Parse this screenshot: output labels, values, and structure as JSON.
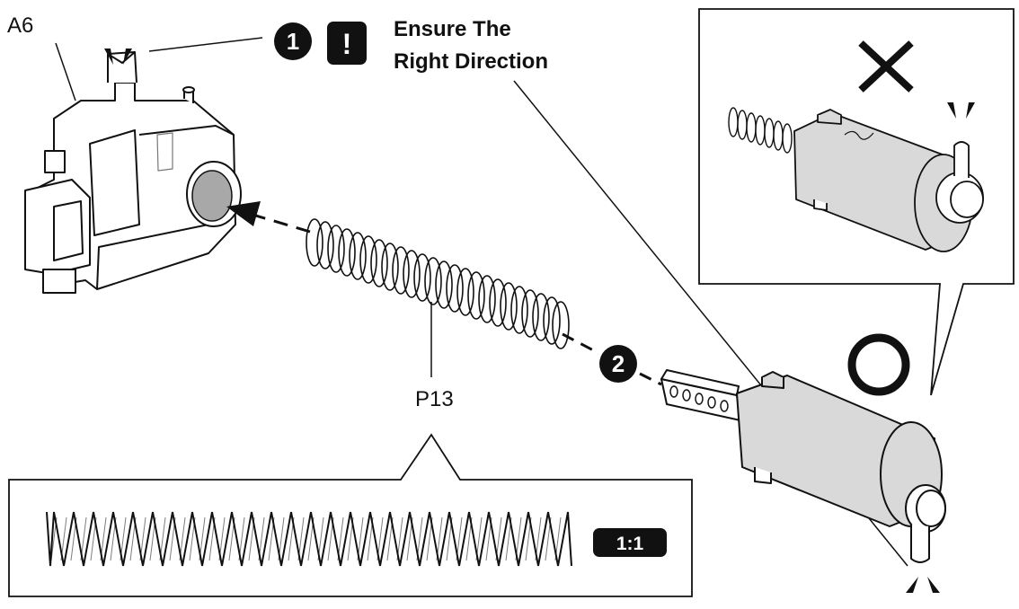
{
  "part_labels": {
    "housing": "A6",
    "spring": "P13"
  },
  "steps": [
    {
      "number": "1"
    },
    {
      "number": "2"
    }
  ],
  "warning": {
    "symbol": "!",
    "line1": "Ensure The",
    "line2": "Right Direction"
  },
  "scale_badge": "1:1",
  "callout": {
    "wrong_mark": "✕",
    "correct_mark": "○"
  },
  "colors": {
    "ink": "#111111",
    "part_fill": "#d9d9d9",
    "hole_fill": "#a8a8a8",
    "badge_bg": "#111111",
    "badge_text": "#ffffff"
  },
  "icons": {
    "direction_marker": "direction-tick-icon"
  }
}
